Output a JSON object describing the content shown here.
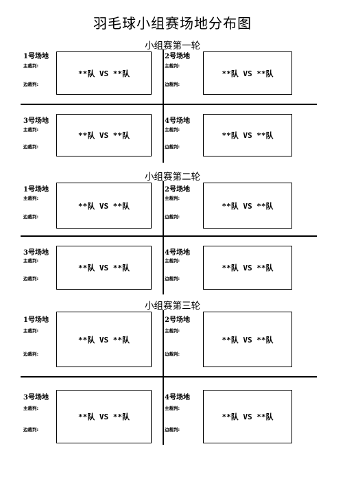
{
  "page": {
    "title": "羽毛球小组赛场地分布图"
  },
  "rounds": [
    {
      "title": "小组赛第一轮",
      "courts": [
        {
          "name": "1号场地",
          "main_ref": "主裁判:",
          "line_ref": "边裁判:",
          "match": "**队 VS **队"
        },
        {
          "name": "2号场地",
          "main_ref": "主裁判:",
          "line_ref": "边裁判:",
          "match": "**队 VS **队"
        },
        {
          "name": "3号场地",
          "main_ref": "主裁判:",
          "line_ref": "边裁判:",
          "match": "**队 VS **队"
        },
        {
          "name": "4号场地",
          "main_ref": "主裁判:",
          "line_ref": "边裁判:",
          "match": "**队 VS **队"
        }
      ]
    },
    {
      "title": "小组赛第二轮",
      "courts": [
        {
          "name": "1号场地",
          "main_ref": "主裁判:",
          "line_ref": "边裁判:",
          "match": "**队 VS **队"
        },
        {
          "name": "2号场地",
          "main_ref": "主裁判:",
          "line_ref": "边裁判:",
          "match": "**队 VS **队"
        },
        {
          "name": "3号场地",
          "main_ref": "主裁判:",
          "line_ref": "边裁判:",
          "match": "**队 VS **队"
        },
        {
          "name": "4号场地",
          "main_ref": "主裁判:",
          "line_ref": "边裁判:",
          "match": "**队 VS **队"
        }
      ]
    },
    {
      "title": "小组赛第三轮",
      "courts": [
        {
          "name": "1号场地",
          "main_ref": "主裁判:",
          "line_ref": "边裁判:",
          "match": "**队 VS **队"
        },
        {
          "name": "2号场地",
          "main_ref": "主裁判:",
          "line_ref": "边裁判:",
          "match": "**队 VS **队"
        },
        {
          "name": "3号场地",
          "main_ref": "主裁判:",
          "line_ref": "边裁判:",
          "match": "**队 VS **队"
        },
        {
          "name": "4号场地",
          "main_ref": "主裁判:",
          "line_ref": "边裁判:",
          "match": "**队 VS **队"
        }
      ]
    }
  ]
}
